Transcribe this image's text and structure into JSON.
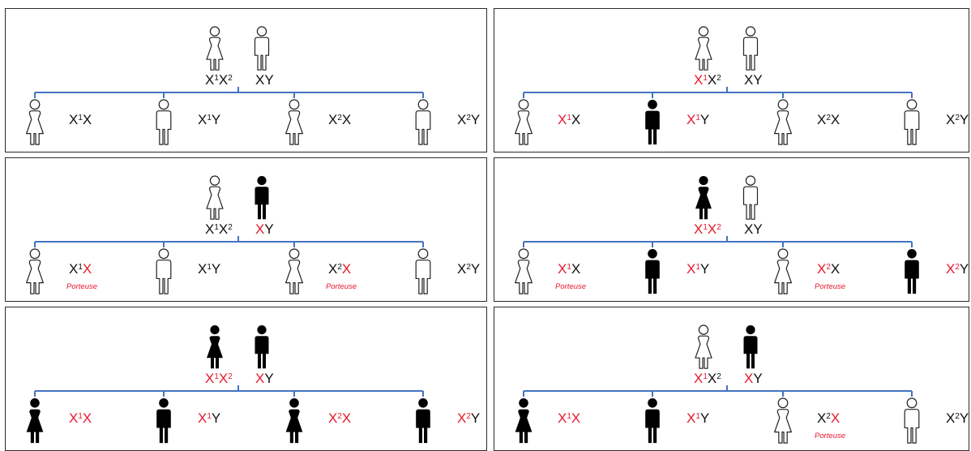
{
  "colors": {
    "affected": "#000000",
    "unaffected_fill": "#ffffff",
    "outline": "#222222",
    "line": "#4472c4",
    "highlight": "#e8192c",
    "text": "#111111"
  },
  "carrier_label": "Porteuse",
  "panels": [
    {
      "parents": [
        {
          "sex": "female",
          "affected": false,
          "label": [
            {
              "t": "X",
              "red": false
            },
            {
              "sup": "1",
              "red": false
            },
            {
              "t": "X",
              "red": false
            },
            {
              "sup": "2",
              "red": false
            }
          ]
        },
        {
          "sex": "male",
          "affected": false,
          "label": [
            {
              "t": "XY",
              "red": false
            }
          ]
        }
      ],
      "children": [
        {
          "sex": "female",
          "affected": false,
          "carrier": false,
          "label": [
            {
              "t": "X",
              "red": false
            },
            {
              "sup": "1",
              "red": false
            },
            {
              "t": "X",
              "red": false
            }
          ]
        },
        {
          "sex": "male",
          "affected": false,
          "carrier": false,
          "label": [
            {
              "t": "X",
              "red": false
            },
            {
              "sup": "1",
              "red": false
            },
            {
              "t": "Y",
              "red": false
            }
          ]
        },
        {
          "sex": "female",
          "affected": false,
          "carrier": false,
          "label": [
            {
              "t": "X",
              "red": false
            },
            {
              "sup": "2",
              "red": false
            },
            {
              "t": "X",
              "red": false
            }
          ]
        },
        {
          "sex": "male",
          "affected": false,
          "carrier": false,
          "label": [
            {
              "t": "X",
              "red": false
            },
            {
              "sup": "2",
              "red": false
            },
            {
              "t": "Y",
              "red": false
            }
          ]
        }
      ]
    },
    {
      "parents": [
        {
          "sex": "female",
          "affected": false,
          "label": [
            {
              "t": "X",
              "red": true
            },
            {
              "sup": "1",
              "red": true
            },
            {
              "t": "X",
              "red": false
            },
            {
              "sup": "2",
              "red": false
            }
          ]
        },
        {
          "sex": "male",
          "affected": false,
          "label": [
            {
              "t": "XY",
              "red": false
            }
          ]
        }
      ],
      "children": [
        {
          "sex": "female",
          "affected": false,
          "carrier": false,
          "label": [
            {
              "t": "X",
              "red": true
            },
            {
              "sup": "1",
              "red": true
            },
            {
              "t": "X",
              "red": false
            }
          ]
        },
        {
          "sex": "male",
          "affected": true,
          "carrier": false,
          "label": [
            {
              "t": "X",
              "red": true
            },
            {
              "sup": "1",
              "red": true
            },
            {
              "t": "Y",
              "red": false
            }
          ]
        },
        {
          "sex": "female",
          "affected": false,
          "carrier": false,
          "label": [
            {
              "t": "X",
              "red": false
            },
            {
              "sup": "2",
              "red": false
            },
            {
              "t": "X",
              "red": false
            }
          ]
        },
        {
          "sex": "male",
          "affected": false,
          "carrier": false,
          "label": [
            {
              "t": "X",
              "red": false
            },
            {
              "sup": "2",
              "red": false
            },
            {
              "t": "Y",
              "red": false
            }
          ]
        }
      ]
    },
    {
      "parents": [
        {
          "sex": "female",
          "affected": false,
          "label": [
            {
              "t": "X",
              "red": false
            },
            {
              "sup": "1",
              "red": false
            },
            {
              "t": "X",
              "red": false
            },
            {
              "sup": "2",
              "red": false
            }
          ]
        },
        {
          "sex": "male",
          "affected": true,
          "label": [
            {
              "t": "X",
              "red": true
            },
            {
              "t": "Y",
              "red": false
            }
          ]
        }
      ],
      "children": [
        {
          "sex": "female",
          "affected": false,
          "carrier": true,
          "label": [
            {
              "t": "X",
              "red": false
            },
            {
              "sup": "1",
              "red": false
            },
            {
              "t": "X",
              "red": true
            }
          ]
        },
        {
          "sex": "male",
          "affected": false,
          "carrier": false,
          "label": [
            {
              "t": "X",
              "red": false
            },
            {
              "sup": "1",
              "red": false
            },
            {
              "t": "Y",
              "red": false
            }
          ]
        },
        {
          "sex": "female",
          "affected": false,
          "carrier": true,
          "label": [
            {
              "t": "X",
              "red": false
            },
            {
              "sup": "2",
              "red": false
            },
            {
              "t": "X",
              "red": true
            }
          ]
        },
        {
          "sex": "male",
          "affected": false,
          "carrier": false,
          "label": [
            {
              "t": "X",
              "red": false
            },
            {
              "sup": "2",
              "red": false
            },
            {
              "t": "Y",
              "red": false
            }
          ]
        }
      ]
    },
    {
      "parents": [
        {
          "sex": "female",
          "affected": true,
          "label": [
            {
              "t": "X",
              "red": true
            },
            {
              "sup": "1",
              "red": true
            },
            {
              "t": "X",
              "red": true
            },
            {
              "sup": "2",
              "red": true
            }
          ]
        },
        {
          "sex": "male",
          "affected": false,
          "label": [
            {
              "t": "XY",
              "red": false
            }
          ]
        }
      ],
      "children": [
        {
          "sex": "female",
          "affected": false,
          "carrier": true,
          "label": [
            {
              "t": "X",
              "red": true
            },
            {
              "sup": "1",
              "red": true
            },
            {
              "t": "X",
              "red": false
            }
          ]
        },
        {
          "sex": "male",
          "affected": true,
          "carrier": false,
          "label": [
            {
              "t": "X",
              "red": true
            },
            {
              "sup": "1",
              "red": true
            },
            {
              "t": "Y",
              "red": false
            }
          ]
        },
        {
          "sex": "female",
          "affected": false,
          "carrier": true,
          "label": [
            {
              "t": "X",
              "red": true
            },
            {
              "sup": "2",
              "red": true
            },
            {
              "t": "X",
              "red": false
            }
          ]
        },
        {
          "sex": "male",
          "affected": true,
          "carrier": false,
          "label": [
            {
              "t": "X",
              "red": true
            },
            {
              "sup": "2",
              "red": true
            },
            {
              "t": "Y",
              "red": false
            }
          ]
        }
      ]
    },
    {
      "parents": [
        {
          "sex": "female",
          "affected": true,
          "label": [
            {
              "t": "X",
              "red": true
            },
            {
              "sup": "1",
              "red": true
            },
            {
              "t": "X",
              "red": true
            },
            {
              "sup": "2",
              "red": true
            }
          ]
        },
        {
          "sex": "male",
          "affected": true,
          "label": [
            {
              "t": "X",
              "red": true
            },
            {
              "t": "Y",
              "red": false
            }
          ]
        }
      ],
      "children": [
        {
          "sex": "female",
          "affected": true,
          "carrier": false,
          "label": [
            {
              "t": "X",
              "red": true
            },
            {
              "sup": "1",
              "red": true
            },
            {
              "t": "X",
              "red": true
            }
          ]
        },
        {
          "sex": "male",
          "affected": true,
          "carrier": false,
          "label": [
            {
              "t": "X",
              "red": true
            },
            {
              "sup": "1",
              "red": true
            },
            {
              "t": "Y",
              "red": false
            }
          ]
        },
        {
          "sex": "female",
          "affected": true,
          "carrier": false,
          "label": [
            {
              "t": "X",
              "red": true
            },
            {
              "sup": "2",
              "red": true
            },
            {
              "t": "X",
              "red": true
            }
          ]
        },
        {
          "sex": "male",
          "affected": true,
          "carrier": false,
          "label": [
            {
              "t": "X",
              "red": true
            },
            {
              "sup": "2",
              "red": true
            },
            {
              "t": "Y",
              "red": false
            }
          ]
        }
      ]
    },
    {
      "parents": [
        {
          "sex": "female",
          "affected": false,
          "label": [
            {
              "t": "X",
              "red": true
            },
            {
              "sup": "1",
              "red": true
            },
            {
              "t": "X",
              "red": false
            },
            {
              "sup": "2",
              "red": false
            }
          ]
        },
        {
          "sex": "male",
          "affected": true,
          "label": [
            {
              "t": "X",
              "red": true
            },
            {
              "t": "Y",
              "red": false
            }
          ]
        }
      ],
      "children": [
        {
          "sex": "female",
          "affected": true,
          "carrier": false,
          "label": [
            {
              "t": "X",
              "red": true
            },
            {
              "sup": "1",
              "red": true
            },
            {
              "t": "X",
              "red": true
            }
          ]
        },
        {
          "sex": "male",
          "affected": true,
          "carrier": false,
          "label": [
            {
              "t": "X",
              "red": true
            },
            {
              "sup": "1",
              "red": true
            },
            {
              "t": "Y",
              "red": false
            }
          ]
        },
        {
          "sex": "female",
          "affected": false,
          "carrier": true,
          "label": [
            {
              "t": "X",
              "red": false
            },
            {
              "sup": "2",
              "red": false
            },
            {
              "t": "X",
              "red": true
            }
          ]
        },
        {
          "sex": "male",
          "affected": false,
          "carrier": false,
          "label": [
            {
              "t": "X",
              "red": false
            },
            {
              "sup": "2",
              "red": false
            },
            {
              "t": "Y",
              "red": false
            }
          ]
        }
      ]
    }
  ]
}
